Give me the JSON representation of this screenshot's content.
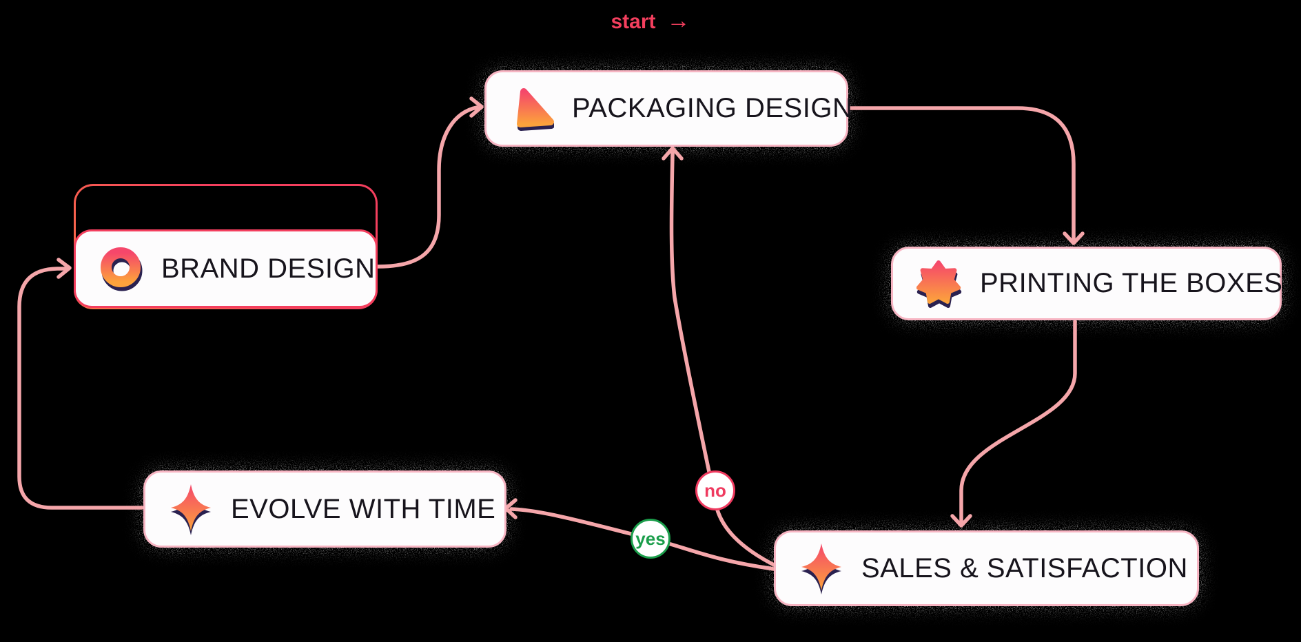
{
  "diagram": {
    "title_none_visible": "",
    "start": {
      "text": "start",
      "arrow": "→"
    },
    "nodes": [
      {
        "id": "brand",
        "label": "BRAND DESIGN",
        "icon": "donut-icon"
      },
      {
        "id": "packaging",
        "label": "PACKAGING DESIGN",
        "icon": "rounded-triangle-icon"
      },
      {
        "id": "printing",
        "label": "PRINTING THE BOXES",
        "icon": "star-burst-icon"
      },
      {
        "id": "sales",
        "label": "SALES & SATISFACTION",
        "icon": "sparkle-icon"
      },
      {
        "id": "evolve",
        "label": "EVOLVE WITH TIME",
        "icon": "sparkle-icon"
      }
    ],
    "edge_labels": {
      "no": "no",
      "yes": "yes"
    },
    "colors": {
      "background": "#000000",
      "edge_pink": "#f5a6aa",
      "node_border_pink": "#f7b5c3",
      "node_fill": "#fdfcfd",
      "start_red": "#f43f5e",
      "start_orange": "#fb7a43",
      "yes_green": "#1b9e4b",
      "no_red": "#ef3a5f",
      "icon_gradient_top": "#f5476b",
      "icon_gradient_bottom": "#fca23c",
      "icon_shadow_navy": "#2a2150",
      "label_text": "#17141c"
    }
  }
}
